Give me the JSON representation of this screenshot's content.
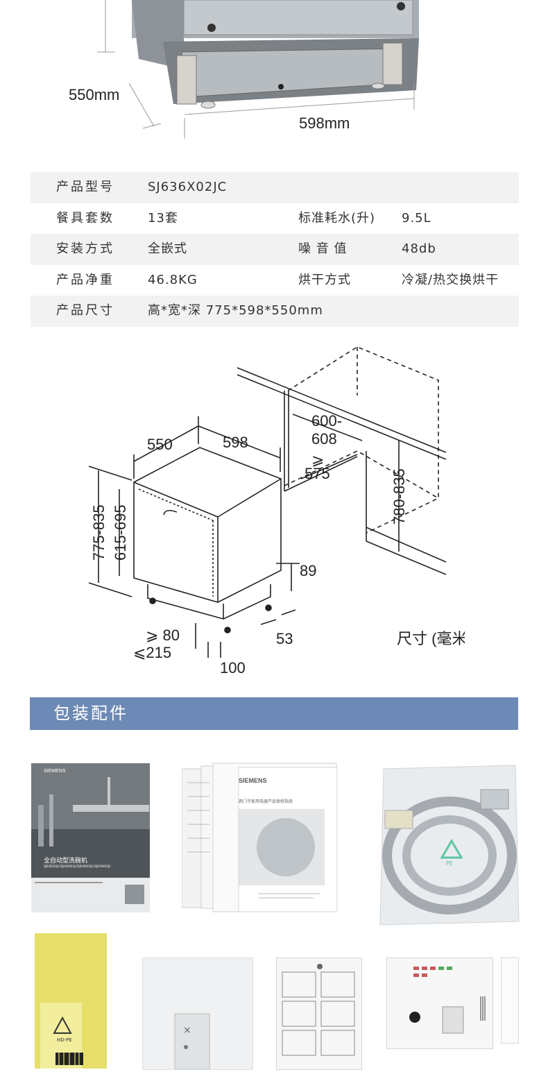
{
  "top_photo": {
    "depth_label": "550mm",
    "width_label": "598mm"
  },
  "spec_table": {
    "rows": [
      {
        "label": "产品型号",
        "value": "SJ636X02JC",
        "label2": "",
        "value2": ""
      },
      {
        "label": "餐具套数",
        "value": "13套",
        "label2": "标准耗水(升)",
        "value2": "9.5L"
      },
      {
        "label": "安装方式",
        "value": "全嵌式",
        "label2": "噪 音 值",
        "value2": "48db"
      },
      {
        "label": "产品净重",
        "value": "46.8KG",
        "label2": "烘干方式",
        "value2": "冷凝/热交换烘干"
      },
      {
        "label": "产品尺寸",
        "value": "高*宽*深 775*598*550mm",
        "label2": "",
        "value2": ""
      }
    ]
  },
  "dimension_drawing": {
    "depth": "550",
    "width": "598",
    "niche_width_top": "600-",
    "niche_width_bottom": "608",
    "niche_depth_symbol": "⩾",
    "niche_depth": "575",
    "height_range": "775-835",
    "door_height_range": "615-695",
    "niche_height_range": "780-835",
    "plinth_height": "89",
    "plinth_offset": "53",
    "plinth_min": "⩾ 80",
    "plinth_max": "⩽215",
    "foot_depth": "100",
    "unit_note": "尺寸 (毫米)"
  },
  "section": {
    "title": "包装配件"
  },
  "accessories": {
    "manual_brand": "SIEMENS",
    "manual_title": "全自动型洗碗机",
    "manual_models": "SJ636X02JC/SJ636X01JC/SJ636X02JC/SJ636X03JC",
    "warranty_brand": "SIEMENS",
    "warranty_title": "西门子家用电器产品保修指南",
    "hose_recycle_code": "PE",
    "bag_recycle_code": "HD-PE"
  }
}
